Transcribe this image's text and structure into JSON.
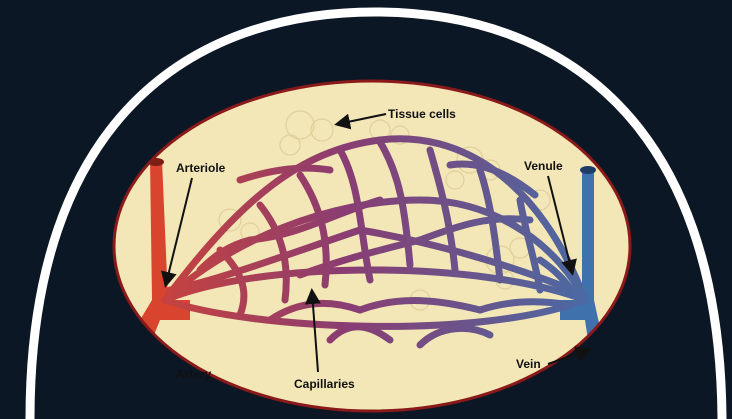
{
  "diagram": {
    "labels": {
      "tissue_cells": "Tissue cells",
      "arteriole": "Arteriole",
      "venule": "Venule",
      "artery": "Artery",
      "capillaries": "Capillaries",
      "vein": "Vein"
    },
    "colors": {
      "background": "#0c1726",
      "arc": "#ffffff",
      "oval_fill": "#f3e7b8",
      "oval_border": "#8a1a1a",
      "arterial": "#d8442e",
      "mixed": "#8a3d72",
      "venous": "#3f72ad"
    }
  }
}
